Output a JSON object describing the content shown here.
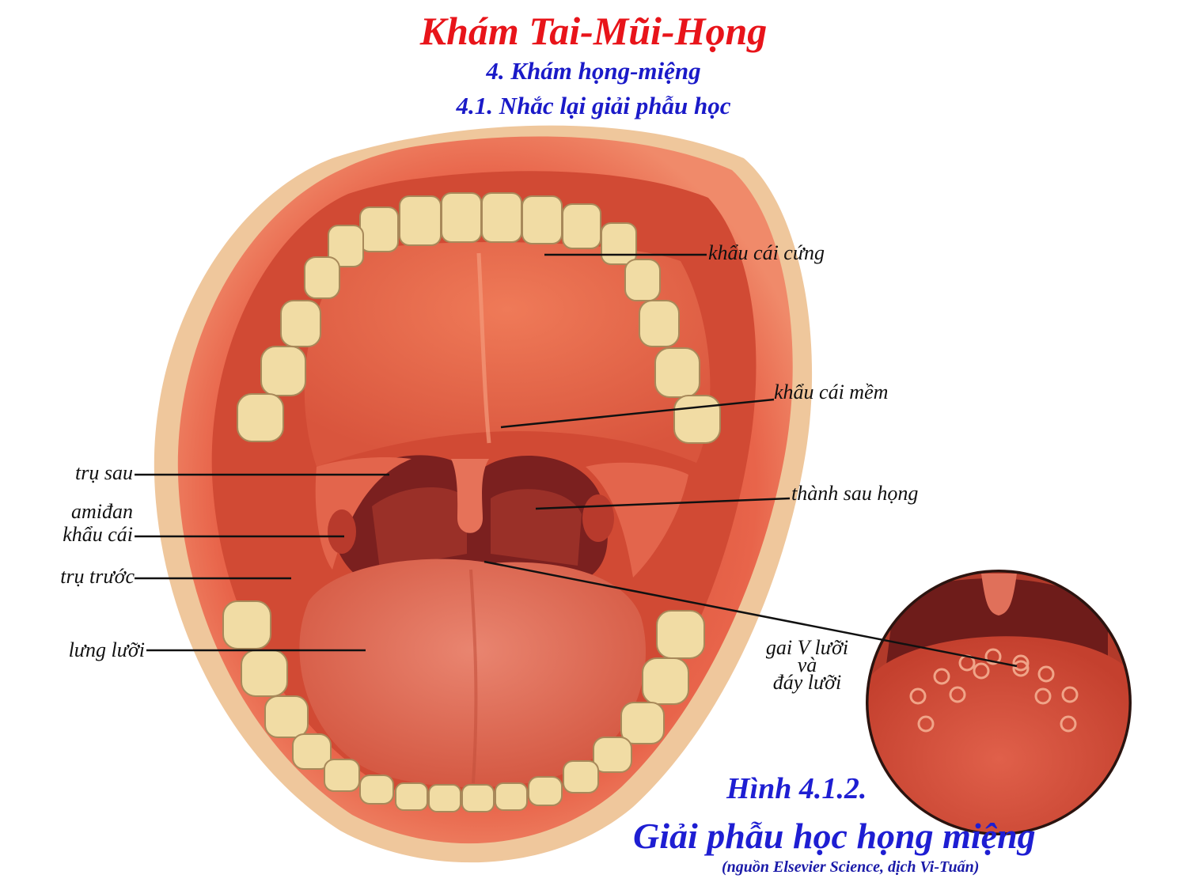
{
  "header": {
    "title": "Khám Tai-Mũi-Họng",
    "section": "4. Khám họng-miệng",
    "subsection": "4.1. Nhắc lại giải phẫu học"
  },
  "labels": {
    "hard_palate": "khẩu cái cứng",
    "soft_palate": "khẩu cái mềm",
    "posterior_pharyngeal_wall": "thành sau họng",
    "posterior_pillar": "trụ sau",
    "palatine_tonsil_line1": "amiđan",
    "palatine_tonsil_line2": "khẩu cái",
    "anterior_pillar": "trụ trước",
    "tongue_dorsum": "lưng lưỡi",
    "papillae_line1": "gai V lưỡi",
    "papillae_line2": "và",
    "papillae_line3": "đáy lưỡi"
  },
  "figure_caption": {
    "number": "Hình 4.1.2.",
    "title": "Giải phẫu học họng miệng",
    "source": "(nguồn Elsevier Science, dịch Vi-Tuấn)"
  },
  "colors": {
    "title_red": "#e8141a",
    "heading_blue": "#1a1ac8",
    "lip": "#e8563f",
    "mouth_cavity": "#d8523a",
    "palate": "#e46a4c",
    "pharynx": "#7a1f1e",
    "tongue": "#e0705a",
    "teeth": "#f1dca4"
  }
}
